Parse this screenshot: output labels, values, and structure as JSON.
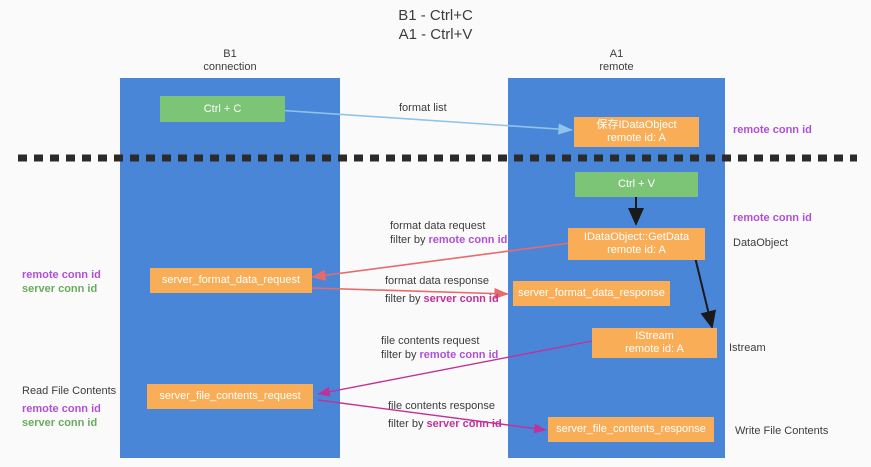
{
  "title": {
    "line1": "B1 - Ctrl+C",
    "line2": "A1 - Ctrl+V"
  },
  "colors": {
    "lane": "#4a86d8",
    "green_box": "#7cc576",
    "orange_box": "#f9ad57",
    "arrow_blue": "#8ec4e8",
    "arrow_red": "#e86a6a",
    "arrow_magenta": "#c0329a",
    "arrow_black": "#1a1a1a",
    "highlight_purple": "#b14fd8",
    "highlight_green": "#6aab5e",
    "background": "#fafafa",
    "text": "#3c3c3c"
  },
  "columns": [
    {
      "id": "b1",
      "name": "B1",
      "role": "connection"
    },
    {
      "id": "a1",
      "name": "A1",
      "role": "remote"
    }
  ],
  "boxes": [
    {
      "id": "ctrl-c",
      "color": "green",
      "lines": [
        "Ctrl + C"
      ]
    },
    {
      "id": "idataobject-remote",
      "color": "orange",
      "lines": [
        "保存IDataObject",
        "remote id: A"
      ]
    },
    {
      "id": "ctrl-v",
      "color": "green",
      "lines": [
        "Ctrl + V"
      ]
    },
    {
      "id": "getdata",
      "color": "orange",
      "lines": [
        "IDataObject::GetData",
        "remote id: A"
      ]
    },
    {
      "id": "server-format-data-request",
      "color": "orange",
      "lines": [
        "server_format_data_request"
      ]
    },
    {
      "id": "server-format-data-response",
      "color": "orange",
      "lines": [
        "server_format_data_response"
      ]
    },
    {
      "id": "istream",
      "color": "orange",
      "lines": [
        "IStream",
        "remote id: A"
      ]
    },
    {
      "id": "server-file-contents-request",
      "color": "orange",
      "lines": [
        "server_file_contents_request"
      ]
    },
    {
      "id": "server-file-contents-response",
      "color": "orange",
      "lines": [
        "server_file_contents_response"
      ]
    }
  ],
  "edge_labels": [
    {
      "id": "format-list",
      "line1": "format list",
      "line2": "",
      "filter": ""
    },
    {
      "id": "format-data-request",
      "line1": "format data request",
      "line2_prefix": "filter by ",
      "line2_key": "remote conn id"
    },
    {
      "id": "format-data-response",
      "line1": "format data response",
      "line2_prefix": "filter by ",
      "line2_key": "server conn id"
    },
    {
      "id": "file-contents-request",
      "line1": "file contents request",
      "line2_prefix": "filter by ",
      "line2_key": "remote conn id"
    },
    {
      "id": "file-contents-response",
      "line1": "file contents response",
      "line2_prefix": "filter by ",
      "line2_key": "server conn id"
    }
  ],
  "annotations": {
    "right_remote_conn_top": "remote conn id",
    "right_remote_conn_mid": "remote conn id",
    "right_dataobject": "DataObject",
    "right_istream": "Istream",
    "right_write_file_contents": "Write File Contents",
    "left_read_file_contents": "Read File Contents",
    "left_remote_conn_id": "remote conn id",
    "left_server_conn_id": "server conn id"
  }
}
